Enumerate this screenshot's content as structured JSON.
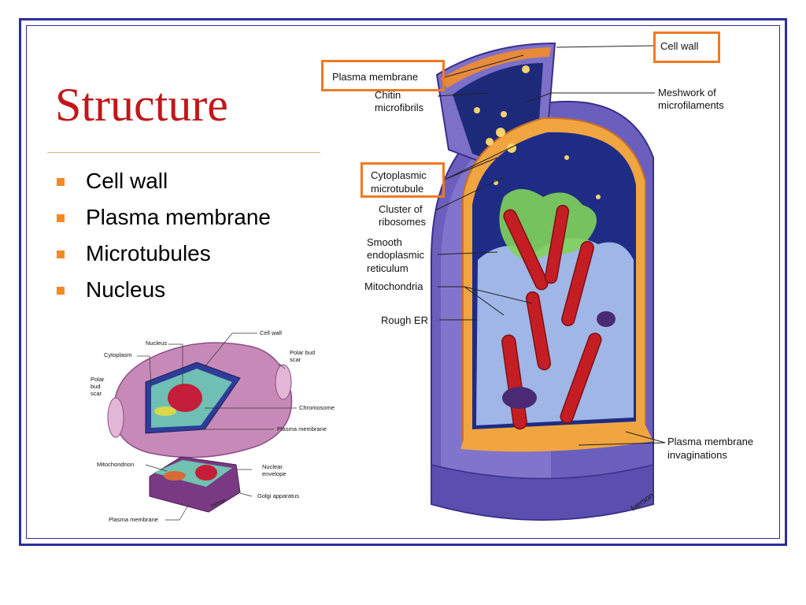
{
  "slide": {
    "title": "Structure",
    "bullets": [
      "Cell wall",
      "Plasma membrane",
      "Microtubules",
      "Nucleus"
    ]
  },
  "main_diagram": {
    "labels": {
      "cell_wall": "Cell wall",
      "plasma_membrane": "Plasma membrane",
      "chitin_1": "Chitin",
      "chitin_2": "microfibrils",
      "meshwork_1": "Meshwork of",
      "meshwork_2": "microfilaments",
      "cyto_1": "Cytoplasmic",
      "cyto_2": "microtubule",
      "cluster_1": "Cluster of",
      "cluster_2": "ribosomes",
      "ser_1": "Smooth",
      "ser_2": "endoplasmic",
      "ser_3": "reticulum",
      "mito": "Mitochondria",
      "rer": "Rough ER",
      "pmi_1": "Plasma membrane",
      "pmi_2": "invaginations",
      "signature": "Iverson"
    }
  },
  "small_diagram": {
    "labels": {
      "cell_wall": "Cell wall",
      "nucleus": "Nucleus",
      "cytoplasm": "Cytoplasm",
      "polar_bud_scar_right_1": "Polar bud",
      "polar_bud_scar_right_2": "scar",
      "polar_left_1": "Polar",
      "polar_left_2": "bud",
      "polar_left_3": "scar",
      "chromosome": "Chromosome",
      "plasma_membrane_1": "Plasma membrane",
      "mitochondrion": "Mitochondrion",
      "nuclear_1": "Nuclear",
      "nuclear_2": "envelope",
      "golgi": "Golgi apparatus",
      "plasma_membrane_2": "Plasma membrane",
      "signature": "Iverson"
    }
  },
  "colors": {
    "title": "#c0181b",
    "frame": "#2b2f9b",
    "bullet": "#f28a28",
    "highlight_box": "#ee7b22"
  }
}
